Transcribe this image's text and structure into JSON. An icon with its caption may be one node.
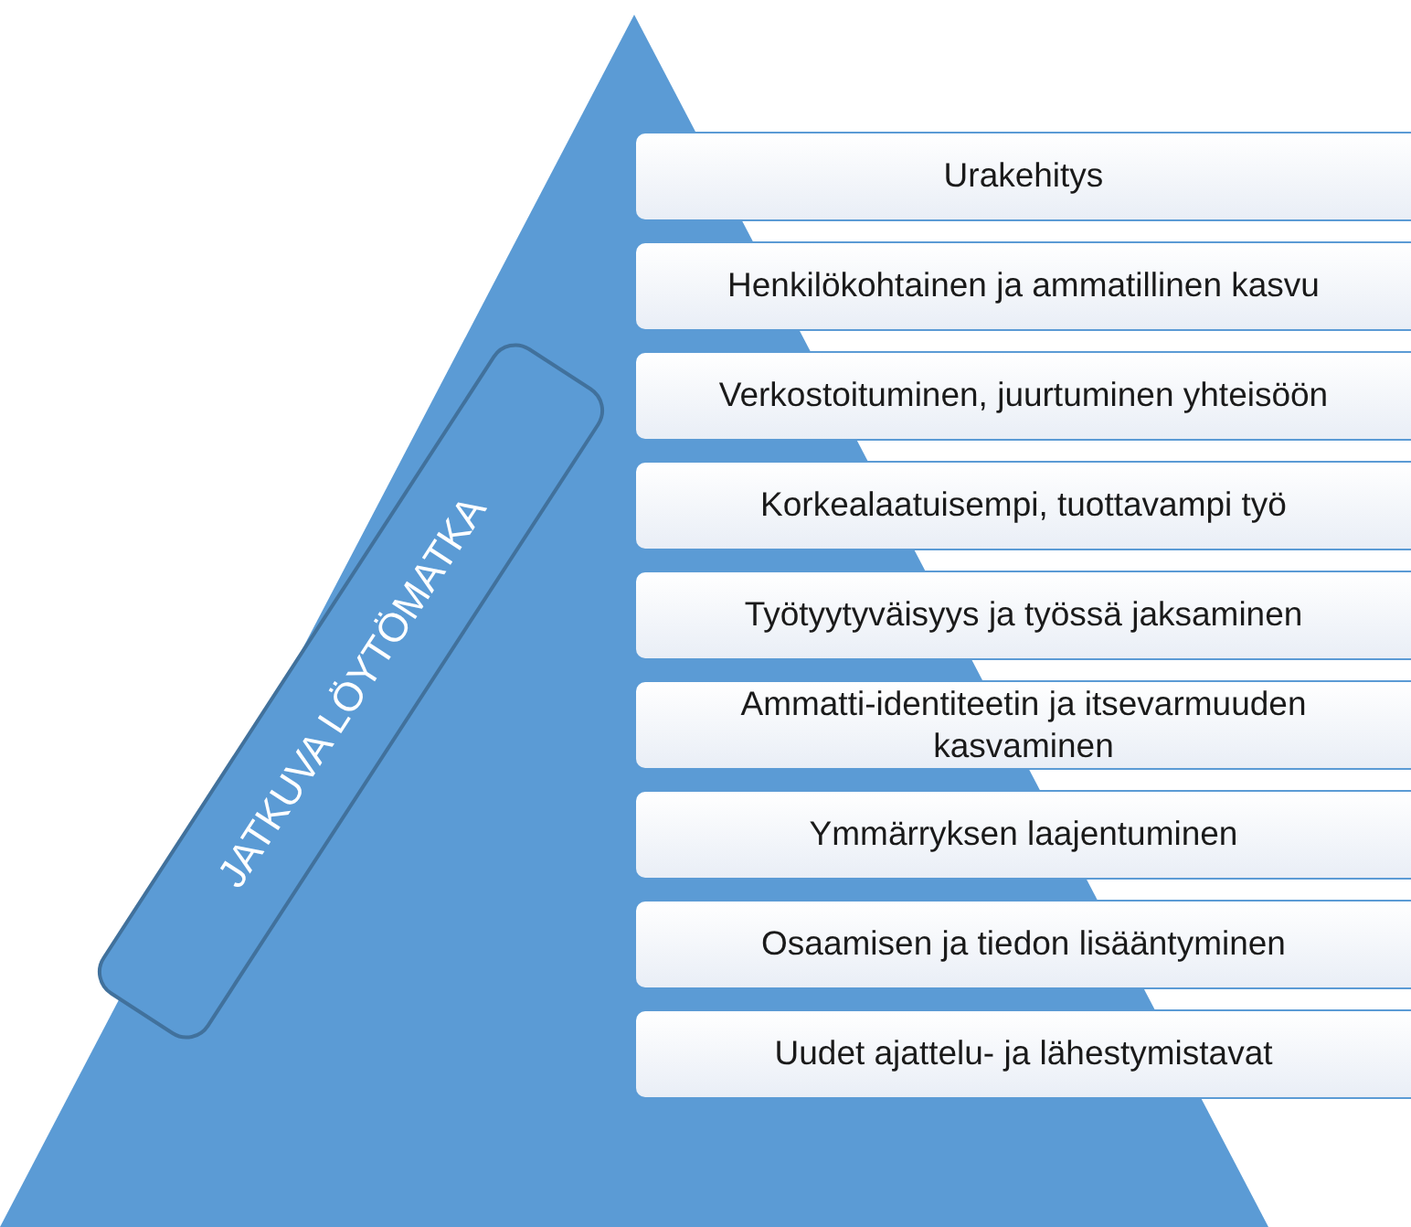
{
  "diagram": {
    "nodes": [
      {
        "text": [],
        "shape": "triangle"
      },
      {
        "text": [
          "JATKUVA LÖYTÖMATKA"
        ],
        "in": 0
      },
      {
        "text": [
          "Urakehitys"
        ]
      },
      {
        "text": [
          "Henkilökohtainen ja ammatillinen kasvu"
        ]
      },
      {
        "text": [
          "Verkostoituminen, juurtuminen yhteisöön"
        ]
      },
      {
        "text": [
          "Korkealaatuisempi, tuottavampi työ"
        ]
      },
      {
        "text": [
          "Työtyytyväisyys ja työssä jaksaminen"
        ]
      },
      {
        "text": [
          "Ammatti-identiteetin ja itsevarmuuden kasvaminen"
        ]
      },
      {
        "text": [
          "Ymmärryksen laajentuminen"
        ]
      },
      {
        "text": [
          "Osaamisen ja tiedon lisääntyminen"
        ]
      },
      {
        "text": [
          "Uudet ajattelu- ja lähestymistavat"
        ]
      }
    ]
  }
}
